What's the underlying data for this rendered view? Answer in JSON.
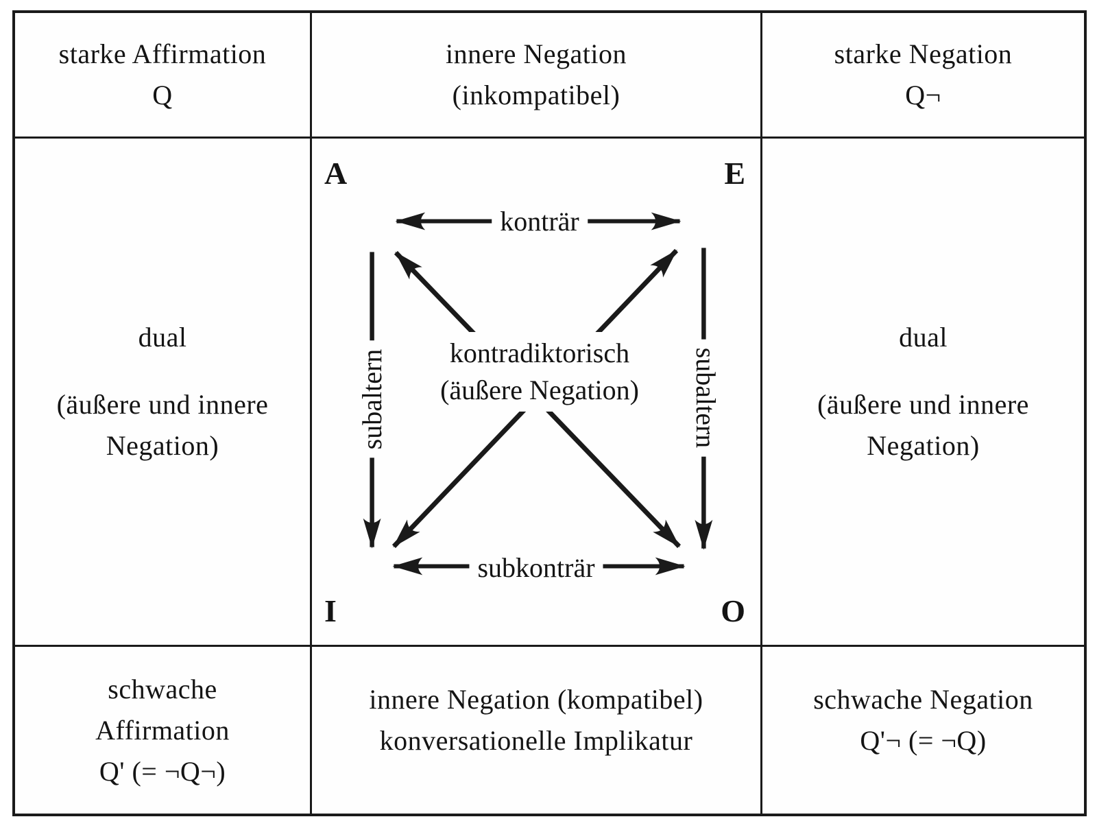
{
  "colors": {
    "ink": "#1a1a1a",
    "paper": "#fefefe"
  },
  "table": {
    "top_left": {
      "line1": "starke Affirmation",
      "line2": "Q"
    },
    "top_center": {
      "line1": "innere Negation",
      "line2": "(inkompatibel)"
    },
    "top_right": {
      "line1": "starke Negation",
      "line2": "Q¬"
    },
    "mid_left": {
      "line1": "dual",
      "line2": "(äußere und innere",
      "line3": "Negation)"
    },
    "mid_right": {
      "line1": "dual",
      "line2": "(äußere und innere",
      "line3": "Negation)"
    },
    "bottom_left": {
      "line1": "schwache",
      "line2": "Affirmation",
      "line3": "Q' (= ¬Q¬)"
    },
    "bottom_center": {
      "line1": "innere Negation (kompatibel)",
      "line2": "konversationelle Implikatur"
    },
    "bottom_right": {
      "line1": "schwache Negation",
      "line2": "Q'¬ (= ¬Q)"
    }
  },
  "square": {
    "corner_a": "A",
    "corner_e": "E",
    "corner_i": "I",
    "corner_o": "O",
    "contrary": "konträr",
    "subcontrary": "subkonträr",
    "subaltern_left": "subaltern",
    "subaltern_right": "subaltern",
    "contradictory_line1": "kontradiktorisch",
    "contradictory_line2": "(äußere Negation)"
  }
}
